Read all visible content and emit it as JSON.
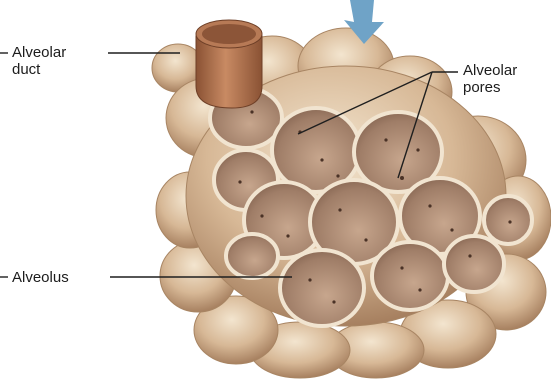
{
  "labels": {
    "alveolar_duct": [
      "Alveolar",
      "duct"
    ],
    "alveolar_pores": [
      "Alveolar",
      "pores"
    ],
    "alveolus": "Alveolus"
  },
  "colors": {
    "background": "#ffffff",
    "tissue_light": "#ead7bd",
    "tissue_mid": "#c9a987",
    "tissue_dark": "#8b6547",
    "cavity": "#b79680",
    "duct": "#a56b4c",
    "arrow": "#6fa3c7",
    "leader_line": "#1f1f1f"
  },
  "icons": {
    "airflow_arrow": "arrow-down-icon"
  }
}
